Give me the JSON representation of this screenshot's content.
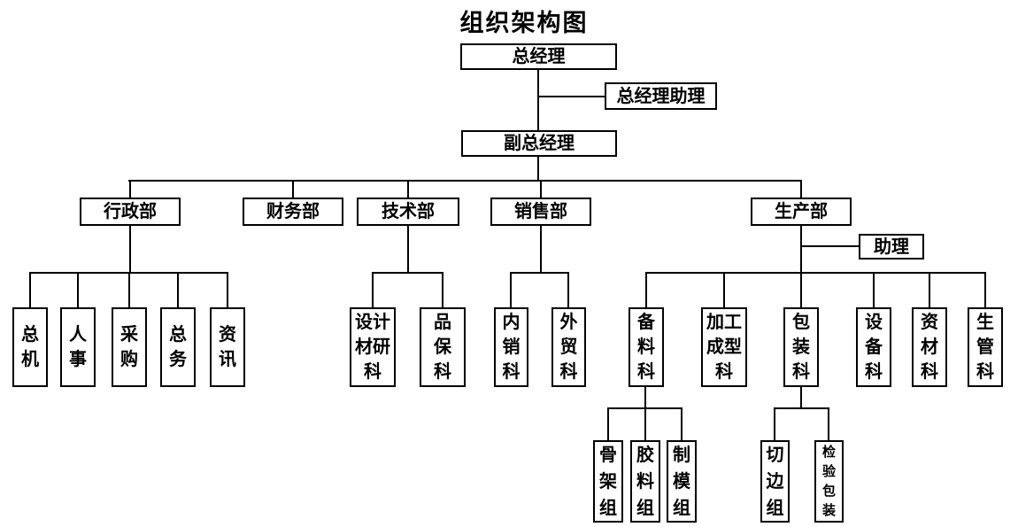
{
  "title": "组织架构图",
  "labels": {
    "gm": "总经理",
    "gm_assistant": "总经理助理",
    "deputy_gm": "副总经理",
    "admin_dept": "行政部",
    "finance_dept": "财务部",
    "tech_dept": "技术部",
    "sales_dept": "销售部",
    "production_dept": "生产部",
    "assistant": "助理",
    "switchboard": "总\n机",
    "hr": "人\n事",
    "purchasing": "采\n购",
    "general_affairs": "总\n务",
    "information": "资\n讯",
    "design_research": "设计\n材研\n科",
    "quality": "品\n保\n科",
    "domestic_sales": "内\n销\n科",
    "foreign_trade": "外\n贸\n科",
    "material_prep": "备\n料\n科",
    "processing": "加工\n成型\n科",
    "packaging": "包\n装\n科",
    "equipment": "设\n备\n科",
    "materials": "资\n材\n科",
    "production_control": "生\n管\n科",
    "skeleton": "骨\n架\n组",
    "rubber": "胶\n料\n组",
    "mold": "制\n模\n组",
    "trimming": "切\n边\n组",
    "inspection": "检\n验\n包\n装"
  },
  "colors": {
    "line": "#000000",
    "box_border": "#000000",
    "background": "#ffffff"
  }
}
